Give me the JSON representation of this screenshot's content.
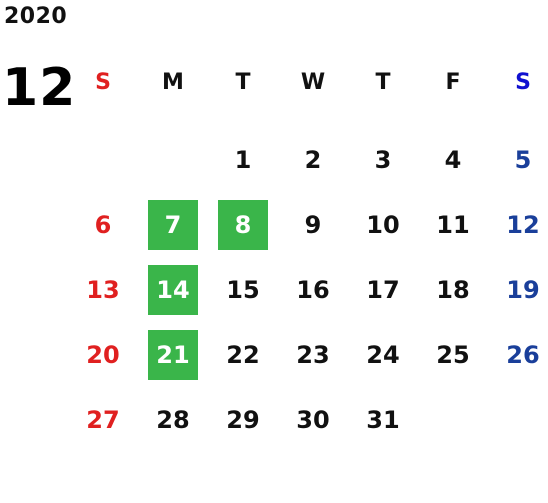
{
  "calendar": {
    "year": "2020",
    "month": "12",
    "highlight_color": "#3ab54a",
    "sunday_color": "#e02020",
    "saturday_color": "#1a3f9a",
    "weekdays": [
      "S",
      "M",
      "T",
      "W",
      "T",
      "F",
      "S"
    ],
    "weeks": [
      [
        "",
        "",
        "1",
        "2",
        "3",
        "4",
        "5"
      ],
      [
        "6",
        "7",
        "8",
        "9",
        "10",
        "11",
        "12"
      ],
      [
        "13",
        "14",
        "15",
        "16",
        "17",
        "18",
        "19"
      ],
      [
        "20",
        "21",
        "22",
        "23",
        "24",
        "25",
        "26"
      ],
      [
        "27",
        "28",
        "29",
        "30",
        "31",
        "",
        ""
      ]
    ],
    "highlighted_days": [
      "7",
      "8",
      "14",
      "21"
    ]
  }
}
